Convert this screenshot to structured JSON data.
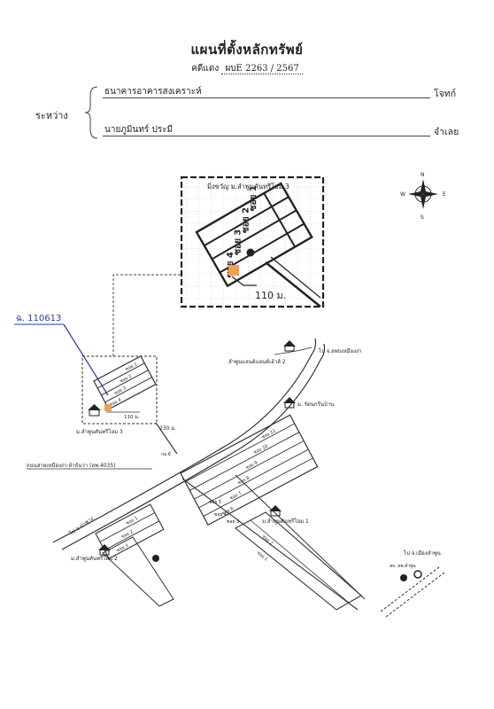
{
  "header": {
    "title": "แผนที่ตั้งหลักทรัพย์",
    "case_label": "คดีแดง",
    "case_number": "ผบE 2263 / 2567"
  },
  "parties": {
    "between_label": "ระหว่าง",
    "plaintiff": {
      "name": "ธนาคารอาคารสงเคราะห์",
      "role": "โจทก์"
    },
    "defendant": {
      "name": "นายภูมินทร์ ประมี",
      "role": "จำเลย"
    }
  },
  "map": {
    "compass": {
      "n": "N",
      "s": "S",
      "e": "E",
      "w": "W"
    },
    "inset_title": "มิ่งขวัญ ม.ลำพูนคันทรีโฮม 3",
    "inset_lots": [
      "ซอย 1",
      "ซอย 2",
      "ซอย 3",
      "ซอย 4"
    ],
    "inset_distance": "110 ม.",
    "deed_annotation": "ฉ. 110613",
    "small_lots": [
      "ซอย 1",
      "ซอย 2",
      "ซอย 3",
      "ซอย 4"
    ],
    "small_distance": "110 ม.",
    "village_3": "ม.ลำพูนคันทรีโฮม 3",
    "road_distance": "230 ม.",
    "road_name": "ถนนสายเหมืองง่า-ห้าธันวา (ลพ.4035)",
    "to_north": "ไป อ.ป่าซาง",
    "to_top_road": "ไป จ.ลพบเหมืองง่า",
    "landmark_1": "ลำพูนแลนด์แอนด์เฮ้าส์ 2",
    "landmark_2": "ม. รัตนกรีนบ้าน",
    "village_1": "ม.ลำพูนคันทรีโฮม 1",
    "village_2": "ม.ลำพูนคันทรีโฮม 2",
    "to_city": "ไป จ.เมืองลำพูน",
    "to_city_sub": "สจ. ลพ.ลำพูน",
    "big_lots": [
      "ซอย 1",
      "ซอย 2",
      "ซอย 3",
      "ซอย 4",
      "ซอย 5",
      "ซอย 6",
      "ซอย 7",
      "ซอย 8",
      "ซอย 9",
      "ซอย 10",
      "ซอย 11"
    ],
    "lower_lots": [
      "ซอย 1",
      "ซอย 2",
      "ซอย 3"
    ],
    "near_road_label": "กม.6"
  }
}
